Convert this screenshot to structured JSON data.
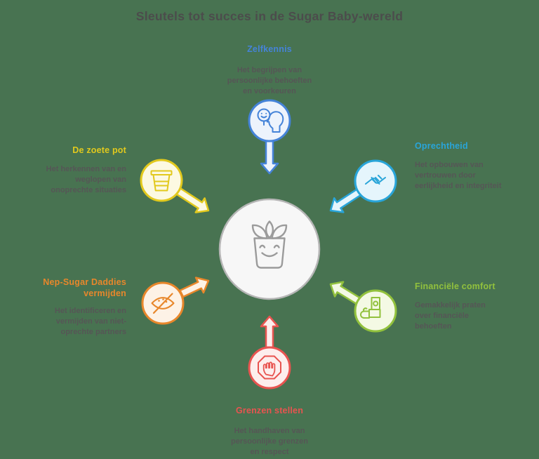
{
  "title": "Sleutels tot succes in de Sugar Baby-wereld",
  "background": "#487351",
  "center": {
    "icon": "smiling-plant-pot",
    "circle_fill": "#f7f7f7",
    "circle_stroke": "#b5b5b5",
    "icon_stroke": "#9b9b9b"
  },
  "nodes": [
    {
      "id": "zelfkennis",
      "title": "Zelfkennis",
      "desc": [
        "Het begrijpen van",
        "persoonlijke behoeften",
        "en voorkeuren"
      ],
      "color": "#4583d8",
      "fill": "#edf3fc",
      "icon": "head-with-smiley"
    },
    {
      "id": "oprechtheid",
      "title": "Oprechtheid",
      "desc": [
        "Het opbouwen van",
        "vertrouwen door",
        "eerlijkheid en integriteit"
      ],
      "color": "#29a5d9",
      "fill": "#e5f5fc",
      "icon": "handshake"
    },
    {
      "id": "financiele-comfort",
      "title": "Financiële comfort",
      "desc": [
        "Gemakkelijk praten",
        "over financiële",
        "behoeften"
      ],
      "color": "#92c13d",
      "fill": "#f4f9e4",
      "icon": "money-in-hand"
    },
    {
      "id": "grenzen-stellen",
      "title": "Grenzen stellen",
      "desc": [
        "Het handhaven van",
        "persoonlijke grenzen",
        "en respect"
      ],
      "color": "#e85450",
      "fill": "#fdeeed",
      "icon": "stop-hand"
    },
    {
      "id": "nep-sugar-daddies",
      "title": "Nep-Sugar Daddies vermijden",
      "desc": [
        "Het identificeren en",
        "vermijden van niet-",
        "oprechte partners"
      ],
      "color": "#e8872b",
      "fill": "#fdf2e6",
      "icon": "eye-slash"
    },
    {
      "id": "de-zoete-pot",
      "title": "De zoete pot",
      "desc": [
        "Het herkennen van en",
        "weglopen van",
        "onoprechte situaties"
      ],
      "color": "#e2c91d",
      "fill": "#fcf9e2",
      "icon": "pot"
    }
  ]
}
